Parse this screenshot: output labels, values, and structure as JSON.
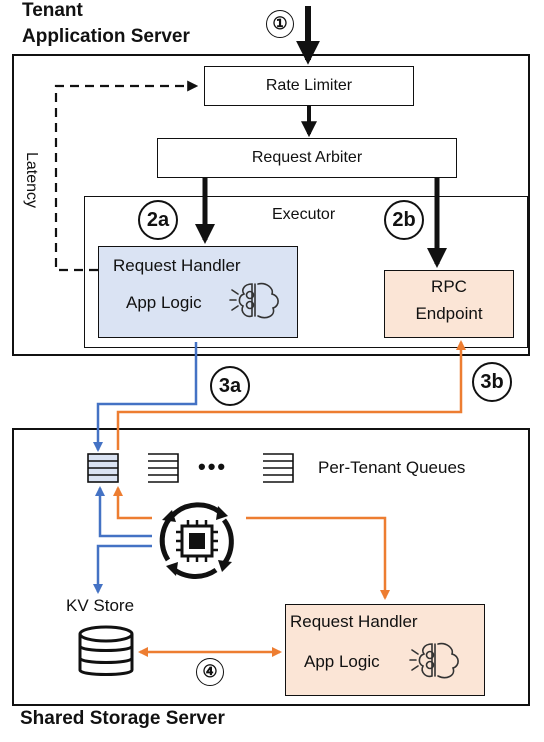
{
  "app_server": {
    "title_line1": "Tenant",
    "title_line2": "Application Server",
    "rate_limiter": "Rate Limiter",
    "request_arbiter": "Request Arbiter",
    "latency": "Latency",
    "executor": "Executor",
    "request_handler": "Request Handler",
    "app_logic": "App Logic",
    "rpc_endpoint_line1": "RPC",
    "rpc_endpoint_line2": "Endpoint"
  },
  "storage_server": {
    "title": "Shared Storage Server",
    "queues_label": "Per-Tenant Queues",
    "ellipsis": "•••",
    "kv_store": "KV Store",
    "request_handler": "Request Handler",
    "app_logic": "App Logic"
  },
  "steps": {
    "s1": "①",
    "s2a": "2a",
    "s2b": "2b",
    "s3a": "3a",
    "s3b": "3b",
    "s4": "④"
  },
  "colors": {
    "blue_path": "#4472c4",
    "orange_path": "#ed7d31",
    "request_handler_fill": "#dae3f3",
    "rpc_fill": "#fbe5d6",
    "storage_handler_fill": "#fbe5d6"
  },
  "icons": [
    "brain-cog-icon",
    "cpu-refresh-icon",
    "database-icon",
    "queue-icon"
  ]
}
